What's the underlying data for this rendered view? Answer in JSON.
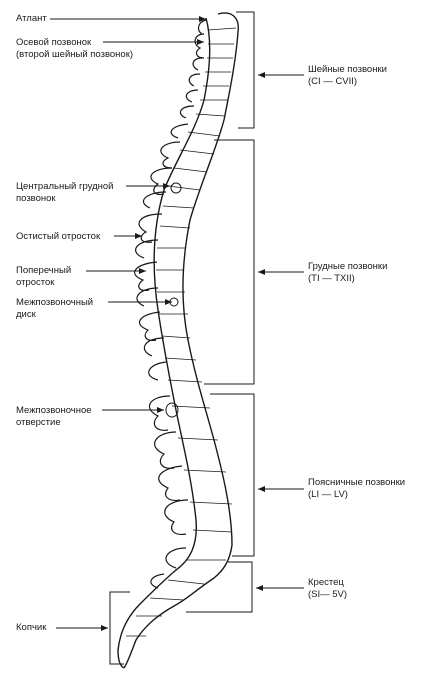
{
  "left_labels": {
    "atlas": "Атлант",
    "axis_line1": "Осевой позвонок",
    "axis_line2": "(второй шейный позвонок)",
    "central_thoracic_line1": "Центральный грудной",
    "central_thoracic_line2": "позвонок",
    "spinous_process": "Остистый отросток",
    "transverse_line1": "Поперечный",
    "transverse_line2": "отросток",
    "disc_line1": "Межпозвоночный",
    "disc_line2": "диск",
    "foramen_line1": "Межпозвоночное",
    "foramen_line2": "отверстие",
    "coccyx": "Копчик"
  },
  "right_labels": {
    "cervical_line1": "Шейные позвонки",
    "cervical_line2": "(CI — CVII)",
    "thoracic_line1": "Грудные позвонки",
    "thoracic_line2": "(TI — TXII)",
    "lumbar_line1": "Поясничные позвонки",
    "lumbar_line2": "(LI — LV)",
    "sacrum_line1": "Крестец",
    "sacrum_line2": "(SI— 5V)"
  },
  "colors": {
    "ink": "#1a1a1a",
    "background": "#ffffff"
  }
}
